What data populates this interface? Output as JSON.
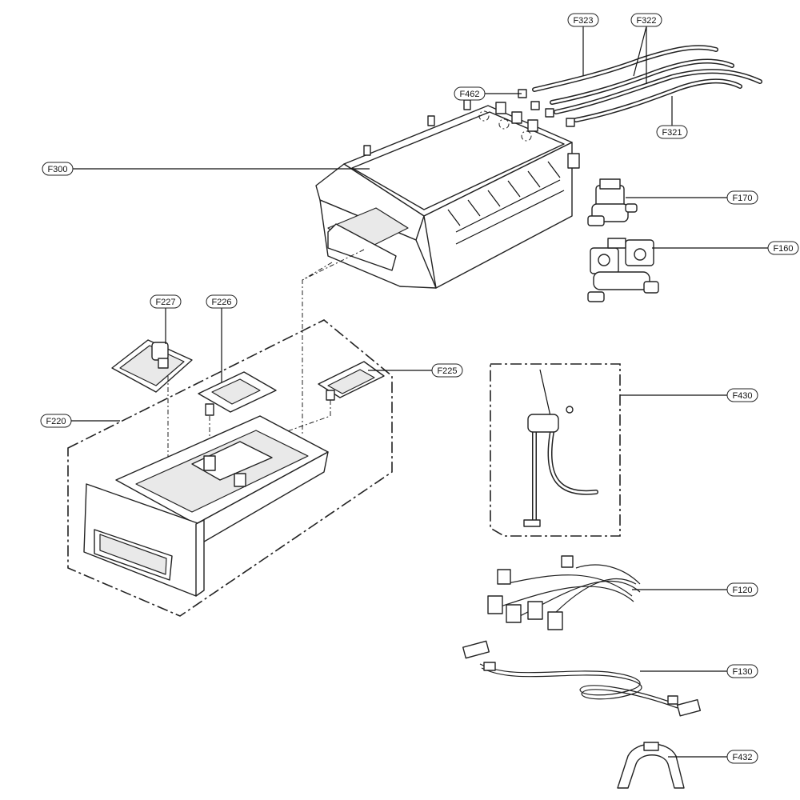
{
  "diagram": {
    "callouts": [
      {
        "id": "F323",
        "text": "F323"
      },
      {
        "id": "F322",
        "text": "F322"
      },
      {
        "id": "F462",
        "text": "F462"
      },
      {
        "id": "F321",
        "text": "F321"
      },
      {
        "id": "F300",
        "text": "F300"
      },
      {
        "id": "F170",
        "text": "F170"
      },
      {
        "id": "F160",
        "text": "F160"
      },
      {
        "id": "F227",
        "text": "F227"
      },
      {
        "id": "F226",
        "text": "F226"
      },
      {
        "id": "F225",
        "text": "F225"
      },
      {
        "id": "F220",
        "text": "F220"
      },
      {
        "id": "F430",
        "text": "F430"
      },
      {
        "id": "F120",
        "text": "F120"
      },
      {
        "id": "F130",
        "text": "F130"
      },
      {
        "id": "F432",
        "text": "F432"
      }
    ]
  }
}
